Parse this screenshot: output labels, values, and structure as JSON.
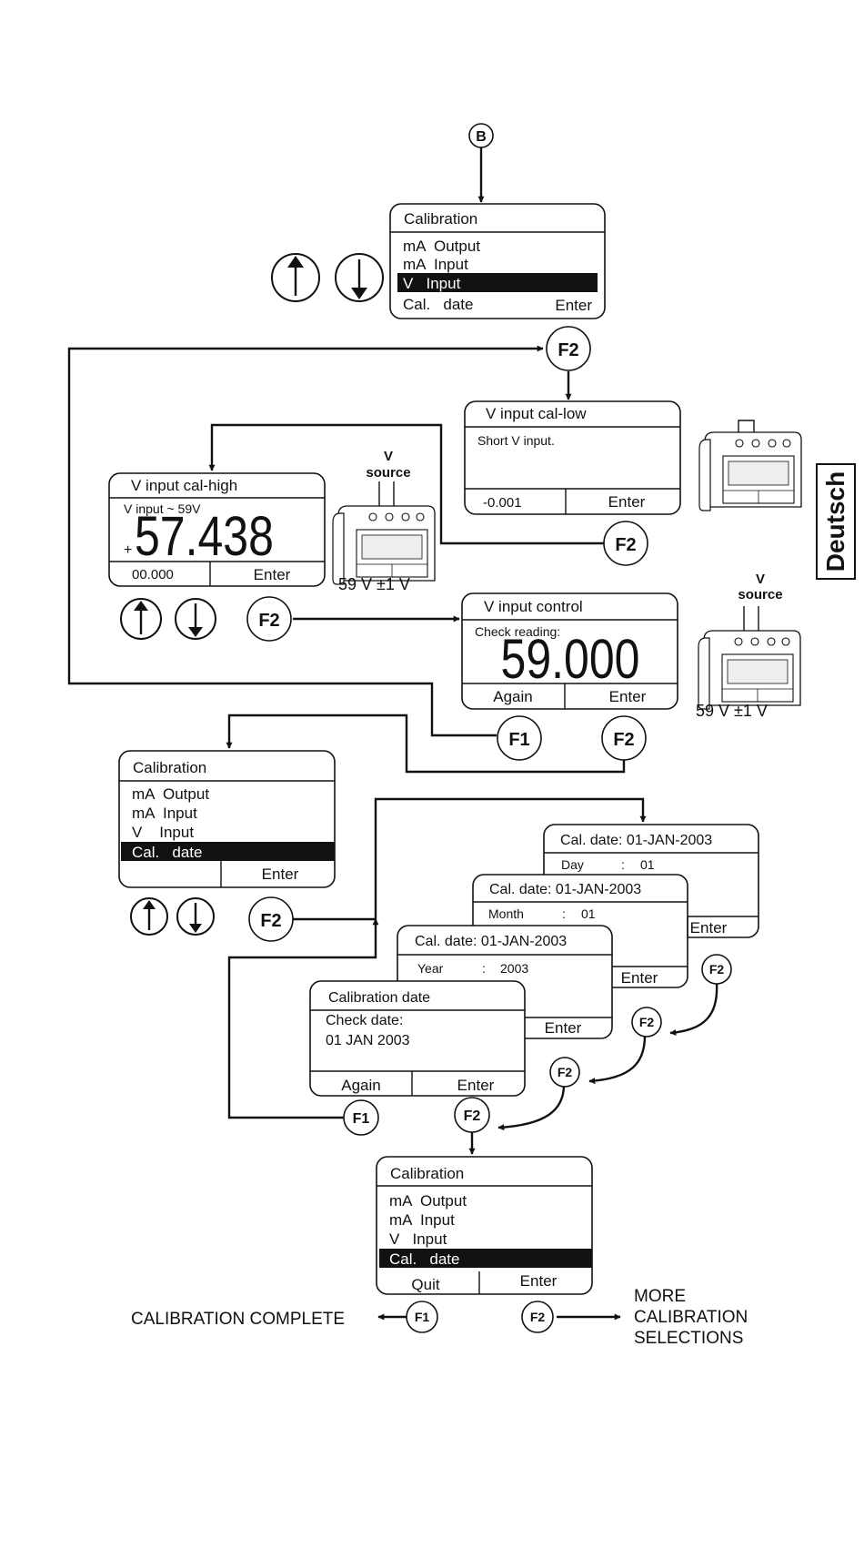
{
  "connectors": {
    "b": "B"
  },
  "keys": {
    "f1": "F1",
    "f2": "F2"
  },
  "screen_cal_1": {
    "title": "Calibration",
    "items": [
      "mA  Output",
      "mA  Input",
      "V   Input"
    ],
    "selected_index": 2,
    "footer_left": "Cal.   date",
    "footer_right": "Enter"
  },
  "screen_vlow": {
    "title": "V input cal-low",
    "message": "Short V input.",
    "footer_left": "-0.001",
    "footer_right": "Enter"
  },
  "screen_vhigh": {
    "title": "V input cal-high",
    "label": "V input ~ 59V",
    "sign": "+",
    "value": "57.438",
    "footer_left": "00.000",
    "footer_right": "Enter"
  },
  "screen_vcontrol": {
    "title": "V input control",
    "label": "Check reading:",
    "value": "59.000",
    "footer_left": "Again",
    "footer_right": "Enter"
  },
  "screen_cal_2": {
    "title": "Calibration",
    "items": [
      "mA  Output",
      "mA  Input",
      "V    Input",
      "Cal.   date"
    ],
    "selected_index": 3,
    "footer_left": "",
    "footer_right": "Enter"
  },
  "screen_day": {
    "title": "Cal. date: 01-JAN-2003",
    "field": "Day",
    "sep": ":",
    "value": "01",
    "footer_right": "Enter"
  },
  "screen_month": {
    "title": "Cal. date: 01-JAN-2003",
    "field": "Month",
    "sep": ":",
    "value": "01",
    "footer_right": "Enter"
  },
  "screen_year": {
    "title": "Cal. date: 01-JAN-2003",
    "field": "Year",
    "sep": ":",
    "value": "2003",
    "footer_right": "Enter"
  },
  "screen_caldate": {
    "title": "Calibration date",
    "label": "Check date:",
    "value": "01 JAN 2003",
    "footer_left": "Again",
    "footer_right": "Enter"
  },
  "screen_cal_3": {
    "title": "Calibration",
    "items": [
      "mA  Output",
      "mA  Input",
      "V   Input",
      "Cal.   date"
    ],
    "selected_index": 3,
    "footer_left": "Quit",
    "footer_right": "Enter"
  },
  "source_1": {
    "line1": "V",
    "line2": "source",
    "spec": "59 V ±1 V"
  },
  "source_2": {
    "line1": "V",
    "line2": "source",
    "spec": "59 V ±1 V"
  },
  "outcomes": {
    "complete": "CALIBRATION COMPLETE",
    "more_1": "MORE",
    "more_2": "CALIBRATION",
    "more_3": "SELECTIONS"
  },
  "side_tab": "Deutsch"
}
